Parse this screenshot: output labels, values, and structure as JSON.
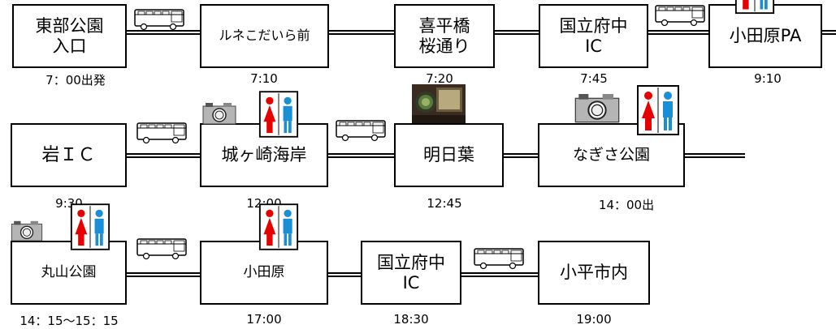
{
  "stops": [
    {
      "name": "東部公園\n入口",
      "time": "7：00出発"
    },
    {
      "name": "ルネこだいら前",
      "time": "7:10"
    },
    {
      "name": "喜平橋\n桜通り",
      "time": "7:20"
    },
    {
      "name": "国立府中\nIC",
      "time": "7:45"
    },
    {
      "name": "小田原PA",
      "time": "9:10"
    },
    {
      "name": "岩ＩＣ",
      "time": "9:30"
    },
    {
      "name": "城ヶ崎海岸",
      "time": "12:00"
    },
    {
      "name": "明日葉",
      "time": "12:45"
    },
    {
      "name": "なぎさ公園",
      "time": "14：00出"
    },
    {
      "name": "丸山公園",
      "time": "14：15～15：15"
    },
    {
      "name": "小田原",
      "time": "17:00"
    },
    {
      "name": "国立府中\nIC",
      "time": "18:30"
    },
    {
      "name": "小平市内",
      "time": "19:00"
    }
  ],
  "icons": {
    "bus": "bus-icon",
    "camera": "camera-icon",
    "toilet": "restroom-icon",
    "food": "food-photo"
  },
  "colors": {
    "female": "#e60000",
    "male": "#1a8fd6",
    "bus": "#ffffff",
    "camera": "#9a9a9a"
  }
}
